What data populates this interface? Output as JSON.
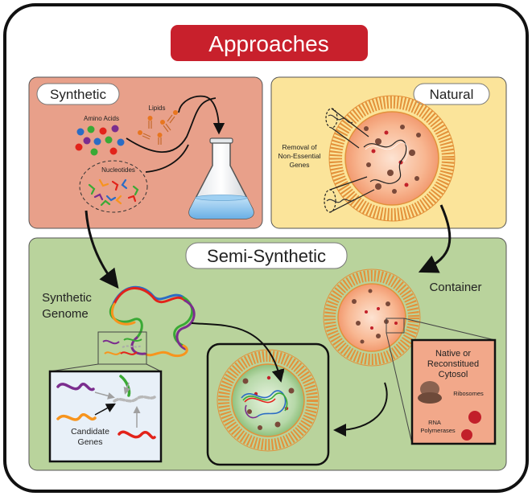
{
  "title": "Approaches",
  "panels": {
    "synthetic": {
      "label": "Synthetic",
      "amino_acids": "Amino Acids",
      "lipids": "Lipids",
      "nucleotides": "Nucleotides"
    },
    "natural": {
      "label": "Natural",
      "removal_line1": "Removal of",
      "removal_line2": "Non-Essential",
      "removal_line3": "Genes"
    },
    "semi_synthetic": {
      "label": "Semi-Synthetic",
      "genome_line1": "Synthetic",
      "genome_line2": "Genome",
      "container": "Container",
      "candidate_line1": "Candidate",
      "candidate_line2": "Genes",
      "cytosol_line1": "Native or",
      "cytosol_line2": "Reconstitued",
      "cytosol_line3": "Cytosol",
      "ribosomes": "Ribosomes",
      "rna_line1": "RNA",
      "rna_line2": "Polymerases"
    }
  },
  "colors": {
    "title_bg": "#c8202c",
    "synthetic_bg": "#e8a08a",
    "natural_bg": "#fbe49a",
    "semi_bg": "#b9d39c",
    "cytosol_bg": "#f2a88a",
    "membrane": "#e3913a",
    "vesicle_core": "#f7b08c",
    "genome_colors": [
      "#7b2d8e",
      "#e2231a",
      "#3aa935",
      "#f7941d",
      "#2b6cc4"
    ]
  }
}
